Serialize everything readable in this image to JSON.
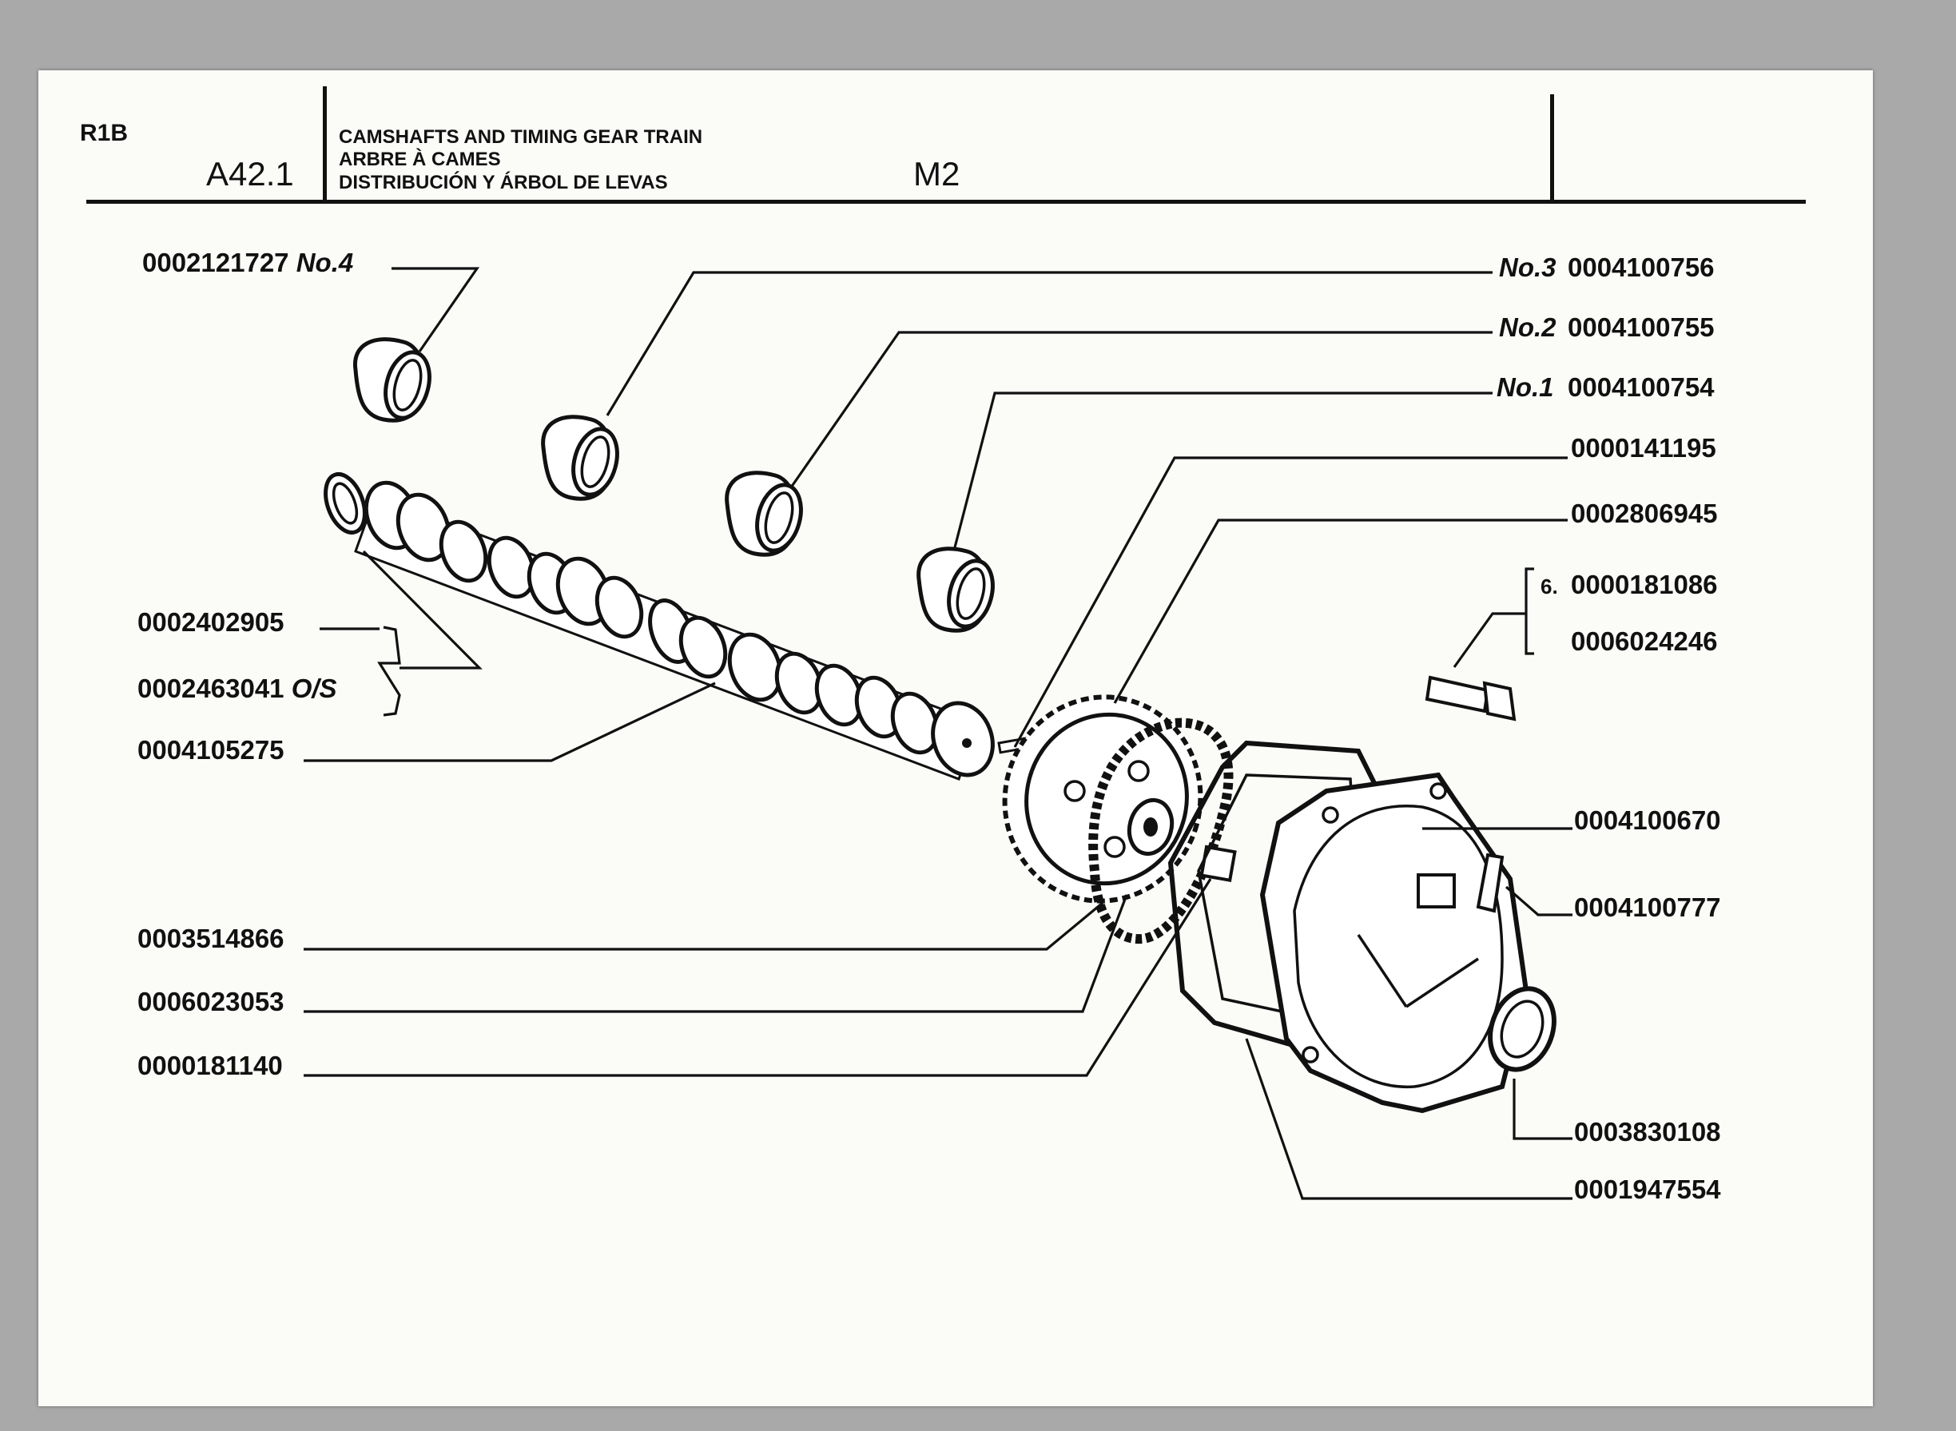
{
  "header": {
    "model": "R1B",
    "section": "A42.1",
    "title_en": "CAMSHAFTS AND TIMING GEAR TRAIN",
    "title_fr": "ARBRE À CAMES",
    "title_es": "DISTRIBUCIÓN Y ÁRBOL DE LEVAS",
    "variant": "M2"
  },
  "parts": {
    "bearing_no4": {
      "number": "0002121727",
      "tag": "No.4"
    },
    "bearing_no3": {
      "number": "0004100756",
      "tag": "No.3"
    },
    "bearing_no2": {
      "number": "0004100755",
      "tag": "No.2"
    },
    "bearing_no1": {
      "number": "0004100754",
      "tag": "No.1"
    },
    "pin": {
      "number": "0000141195"
    },
    "gasket_cover": {
      "number": "0002806945"
    },
    "bolt_a": {
      "number": "0000181086",
      "qty": "6."
    },
    "bolt_b": {
      "number": "0006024246"
    },
    "thrust_std": {
      "number": "0002402905"
    },
    "thrust_os": {
      "number": "0002463041",
      "tag": "O/S"
    },
    "camshaft": {
      "number": "0004105275"
    },
    "timing_cover": {
      "number": "0004100670"
    },
    "breather": {
      "number": "0004100777"
    },
    "chain": {
      "number": "0003514866"
    },
    "washer": {
      "number": "0006023053"
    },
    "screw": {
      "number": "0000181140"
    },
    "oil_seal": {
      "number": "0003830108"
    },
    "gasket": {
      "number": "0001947554"
    }
  }
}
